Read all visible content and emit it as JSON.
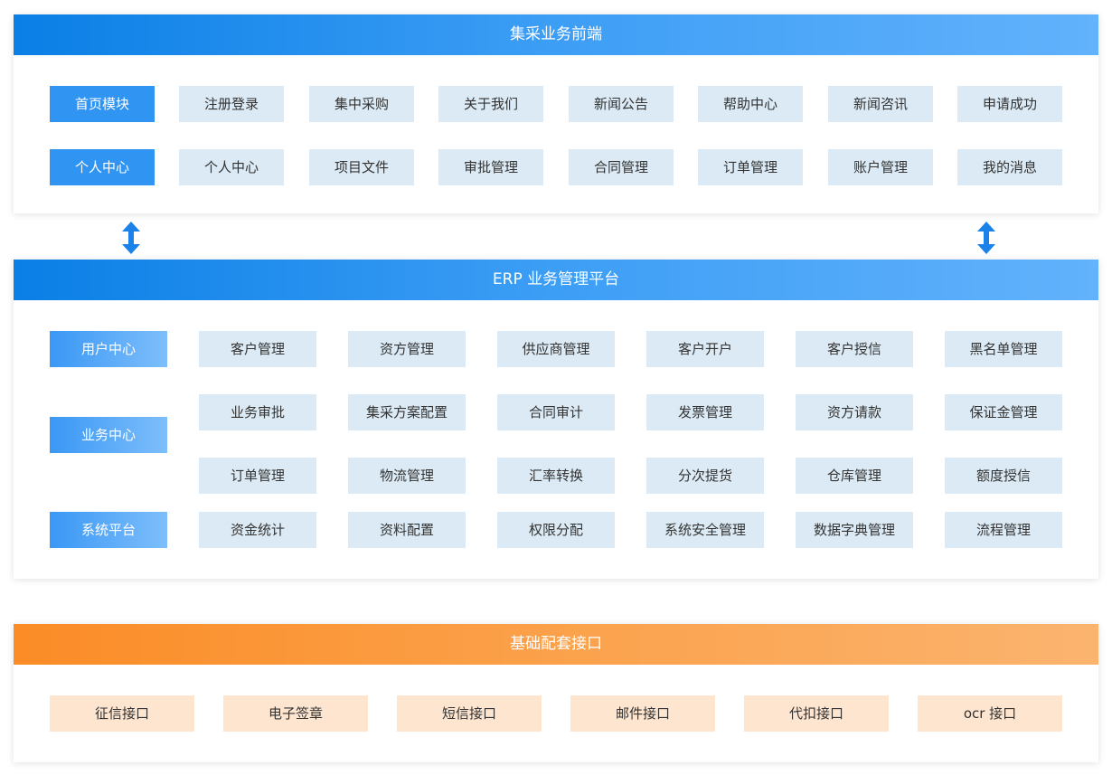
{
  "frontend": {
    "title": "集采业务前端",
    "rows": [
      {
        "label": "首页模块",
        "items": [
          "注册登录",
          "集中采购",
          "关于我们",
          "新闻公告",
          "帮助中心",
          "新闻咨讯",
          "申请成功"
        ]
      },
      {
        "label": "个人中心",
        "items": [
          "个人中心",
          "项目文件",
          "审批管理",
          "合同管理",
          "订单管理",
          "账户管理",
          "我的消息"
        ]
      }
    ]
  },
  "erp": {
    "title": "ERP 业务管理平台",
    "labels": {
      "user_center": "用户中心",
      "business_center": "业务中心",
      "system_platform": "系统平台"
    },
    "rows": [
      [
        "客户管理",
        "资方管理",
        "供应商管理",
        "客户开户",
        "客户授信",
        "黑名单管理"
      ],
      [
        "业务审批",
        "集采方案配置",
        "合同审计",
        "发票管理",
        "资方请款",
        "保证金管理"
      ],
      [
        "订单管理",
        "物流管理",
        "汇率转换",
        "分次提货",
        "仓库管理",
        "额度授信"
      ],
      [
        "资金统计",
        "资料配置",
        "权限分配",
        "系统安全管理",
        "数据字典管理",
        "流程管理"
      ]
    ]
  },
  "interfaces": {
    "title": "基础配套接口",
    "items": [
      "征信接口",
      "电子签章",
      "短信接口",
      "邮件接口",
      "代扣接口",
      "ocr 接口"
    ]
  },
  "colors": {
    "blue_header_start": "#0a7fe6",
    "blue_header_end": "#62b2fc",
    "orange_header_start": "#fb8c26",
    "orange_header_end": "#fbb46f",
    "item_bg": "#dbeaf4",
    "label_bg": "#3095f2",
    "interface_bg": "#fde5d0",
    "arrow": "#1a82e8"
  }
}
